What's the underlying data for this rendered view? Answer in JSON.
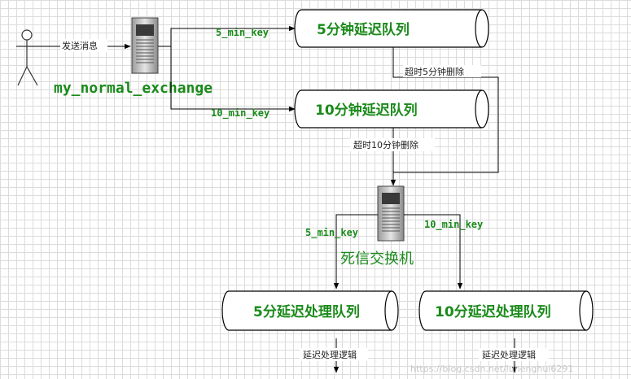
{
  "actor": {
    "send_label": "发送消息"
  },
  "exchange": {
    "name": "my_normal_exchange"
  },
  "routes": {
    "key_5": "5_min_key",
    "key_10": "10_min_key"
  },
  "queues": {
    "delay_5": "5分钟延迟队列",
    "delay_10": "10分钟延迟队列",
    "process_5": "5分延迟处理队列",
    "process_10": "10分延迟处理队列"
  },
  "timeouts": {
    "t5": "超时5分钟删除",
    "t10": "超时10分钟删除"
  },
  "dlx": {
    "name": "死信交换机",
    "key_5": "5_min_key",
    "key_10": "10_min_key"
  },
  "processing": {
    "left": "延迟处理逻辑",
    "right": "延迟处理逻辑"
  },
  "watermark": "https://blog.csdn.net/lunenghui6291"
}
